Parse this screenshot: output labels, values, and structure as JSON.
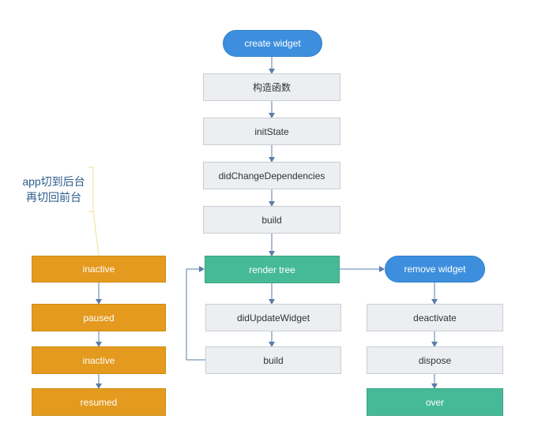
{
  "nodes": {
    "create_widget": "create widget",
    "constructor": "构造函数",
    "init_state": "initState",
    "did_change_dependencies": "didChangeDependencies",
    "build_top": "build",
    "render_tree": "render tree",
    "did_update_widget": "didUpdateWidget",
    "build_bottom": "build",
    "remove_widget": "remove widget",
    "deactivate": "deactivate",
    "dispose": "dispose",
    "over": "over",
    "inactive_1": "inactive",
    "paused": "paused",
    "inactive_2": "inactive",
    "resumed": "resumed"
  },
  "note": {
    "line1": "app切到后台",
    "line2": "再切回前台"
  },
  "colors": {
    "start_blue": "#3d8fde",
    "process_gray": "#eceef1",
    "render_green": "#46b996",
    "lifecycle_orange": "#e39a1e",
    "arrow": "#5a7ea8",
    "note_bracket": "#f2e7a6"
  }
}
